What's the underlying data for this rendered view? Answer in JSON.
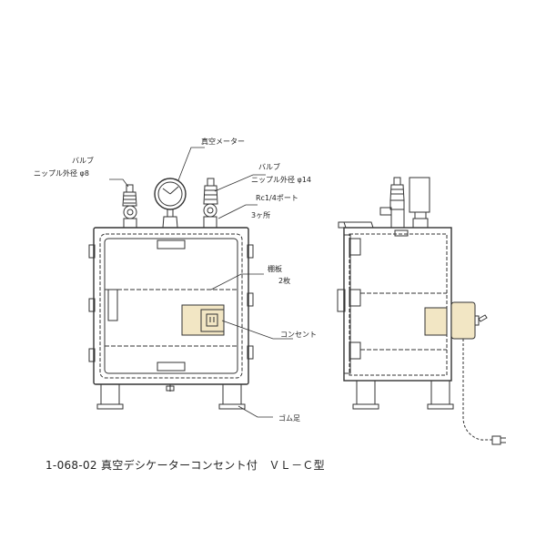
{
  "labels": {
    "valve_left": "バルブ",
    "nipple_left": "ニップル外径 φ8",
    "gauge": "真空メーター",
    "valve_right": "バルブ",
    "nipple_right": "ニップル外径 φ14",
    "port": "Rc1/4ポート",
    "port_count": "3ヶ所",
    "shelf": "棚板",
    "shelf_count": "2枚",
    "outlet": "コンセント",
    "rubber_feet": "ゴム足"
  },
  "caption": "1-068-02 真空デシケーターコンセント付　ＶＬ－Ｃ型",
  "colors": {
    "line": "#333333",
    "outlet_fill": "#f2e6c4"
  }
}
